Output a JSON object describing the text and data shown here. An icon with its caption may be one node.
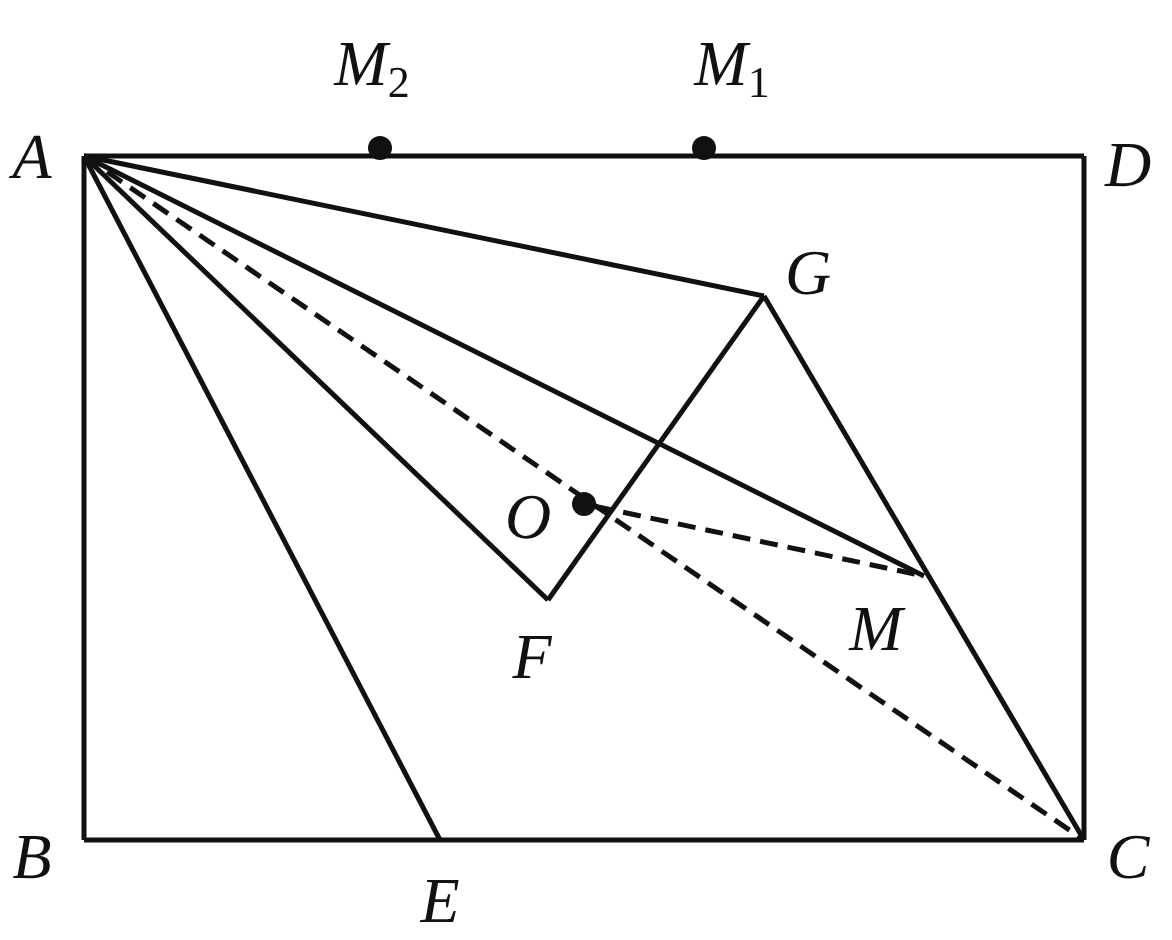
{
  "diagram": {
    "nodes": [
      {
        "text": [
          "M$_{2}$"
        ]
      },
      {
        "text": [
          "M$_{1}$"
        ]
      },
      {
        "text": [
          "A"
        ]
      },
      {
        "text": [
          "D"
        ]
      },
      {
        "text": [
          "G"
        ]
      },
      {
        "text": [
          "O"
        ]
      },
      {
        "text": [
          "F"
        ]
      },
      {
        "text": [
          "M"
        ]
      },
      {
        "text": [
          "B"
        ]
      },
      {
        "text": [
          "E"
        ]
      },
      {
        "text": [
          "C"
        ]
      }
    ],
    "edges": [
      {
        "from": 2,
        "to": 3,
        "arrow": "none"
      },
      {
        "from": 3,
        "to": 10,
        "arrow": "none"
      },
      {
        "from": 10,
        "to": 8,
        "arrow": "none"
      },
      {
        "from": 8,
        "to": 2,
        "arrow": "none"
      },
      {
        "from": 2,
        "to": 9,
        "arrow": "none"
      },
      {
        "from": 2,
        "to": 4,
        "arrow": "none"
      },
      {
        "from": 2,
        "to": 6,
        "arrow": "none"
      },
      {
        "from": 2,
        "to": 7,
        "arrow": "none"
      },
      {
        "from": 4,
        "to": 6,
        "arrow": "none"
      },
      {
        "from": 4,
        "to": 10,
        "arrow": "none"
      },
      {
        "from": 2,
        "to": 10,
        "arrow": "none",
        "style": "dashed"
      },
      {
        "from": 5,
        "to": 7,
        "arrow": "none",
        "style": "dashed"
      }
    ]
  }
}
